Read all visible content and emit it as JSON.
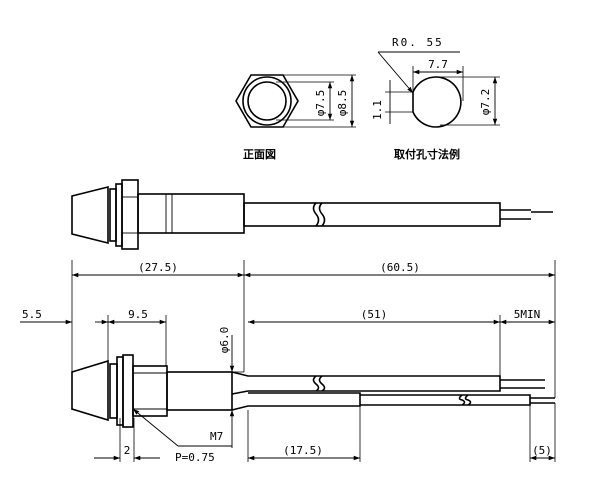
{
  "front_view": {
    "caption": "正面図",
    "dim_inner": "φ7.5",
    "dim_outer": "φ8.5"
  },
  "cutout": {
    "caption": "取付孔寸法例",
    "dim_radius": "R0. 55",
    "dim_width": "7.7",
    "dim_height": "φ7.2",
    "dim_flat": "1.1"
  },
  "side_view": {
    "dim_body_length": "(27.5)",
    "dim_lead_length": "(60.5)",
    "dim_flange": "5.5",
    "dim_bezel": "9.5",
    "dim_tube": "φ6.0",
    "dim_sleeve": "(51)",
    "dim_min_strip": "5MIN",
    "dim_thread": "M7",
    "dim_pitch": "P=0.75",
    "dim_nut": "2",
    "dim_offset": "(17.5)",
    "dim_tip": "(5)"
  }
}
